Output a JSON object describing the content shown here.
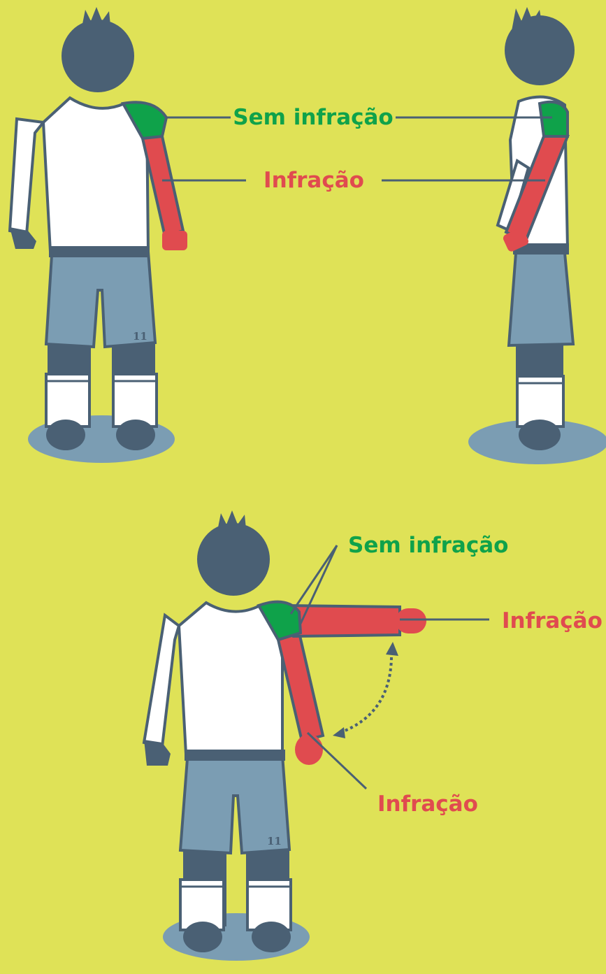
{
  "labels": {
    "no_infraction": "Sem infração",
    "infraction": "Infração"
  },
  "jersey_number": "11",
  "colors": {
    "background": "#dfe257",
    "outline": "#4a6074",
    "skin": "#4a6074",
    "shirt": "#ffffff",
    "shorts": "#7b9db3",
    "shadow": "#7b9db3",
    "no_infraction": "#0fa24a",
    "infraction": "#e04b4f"
  }
}
